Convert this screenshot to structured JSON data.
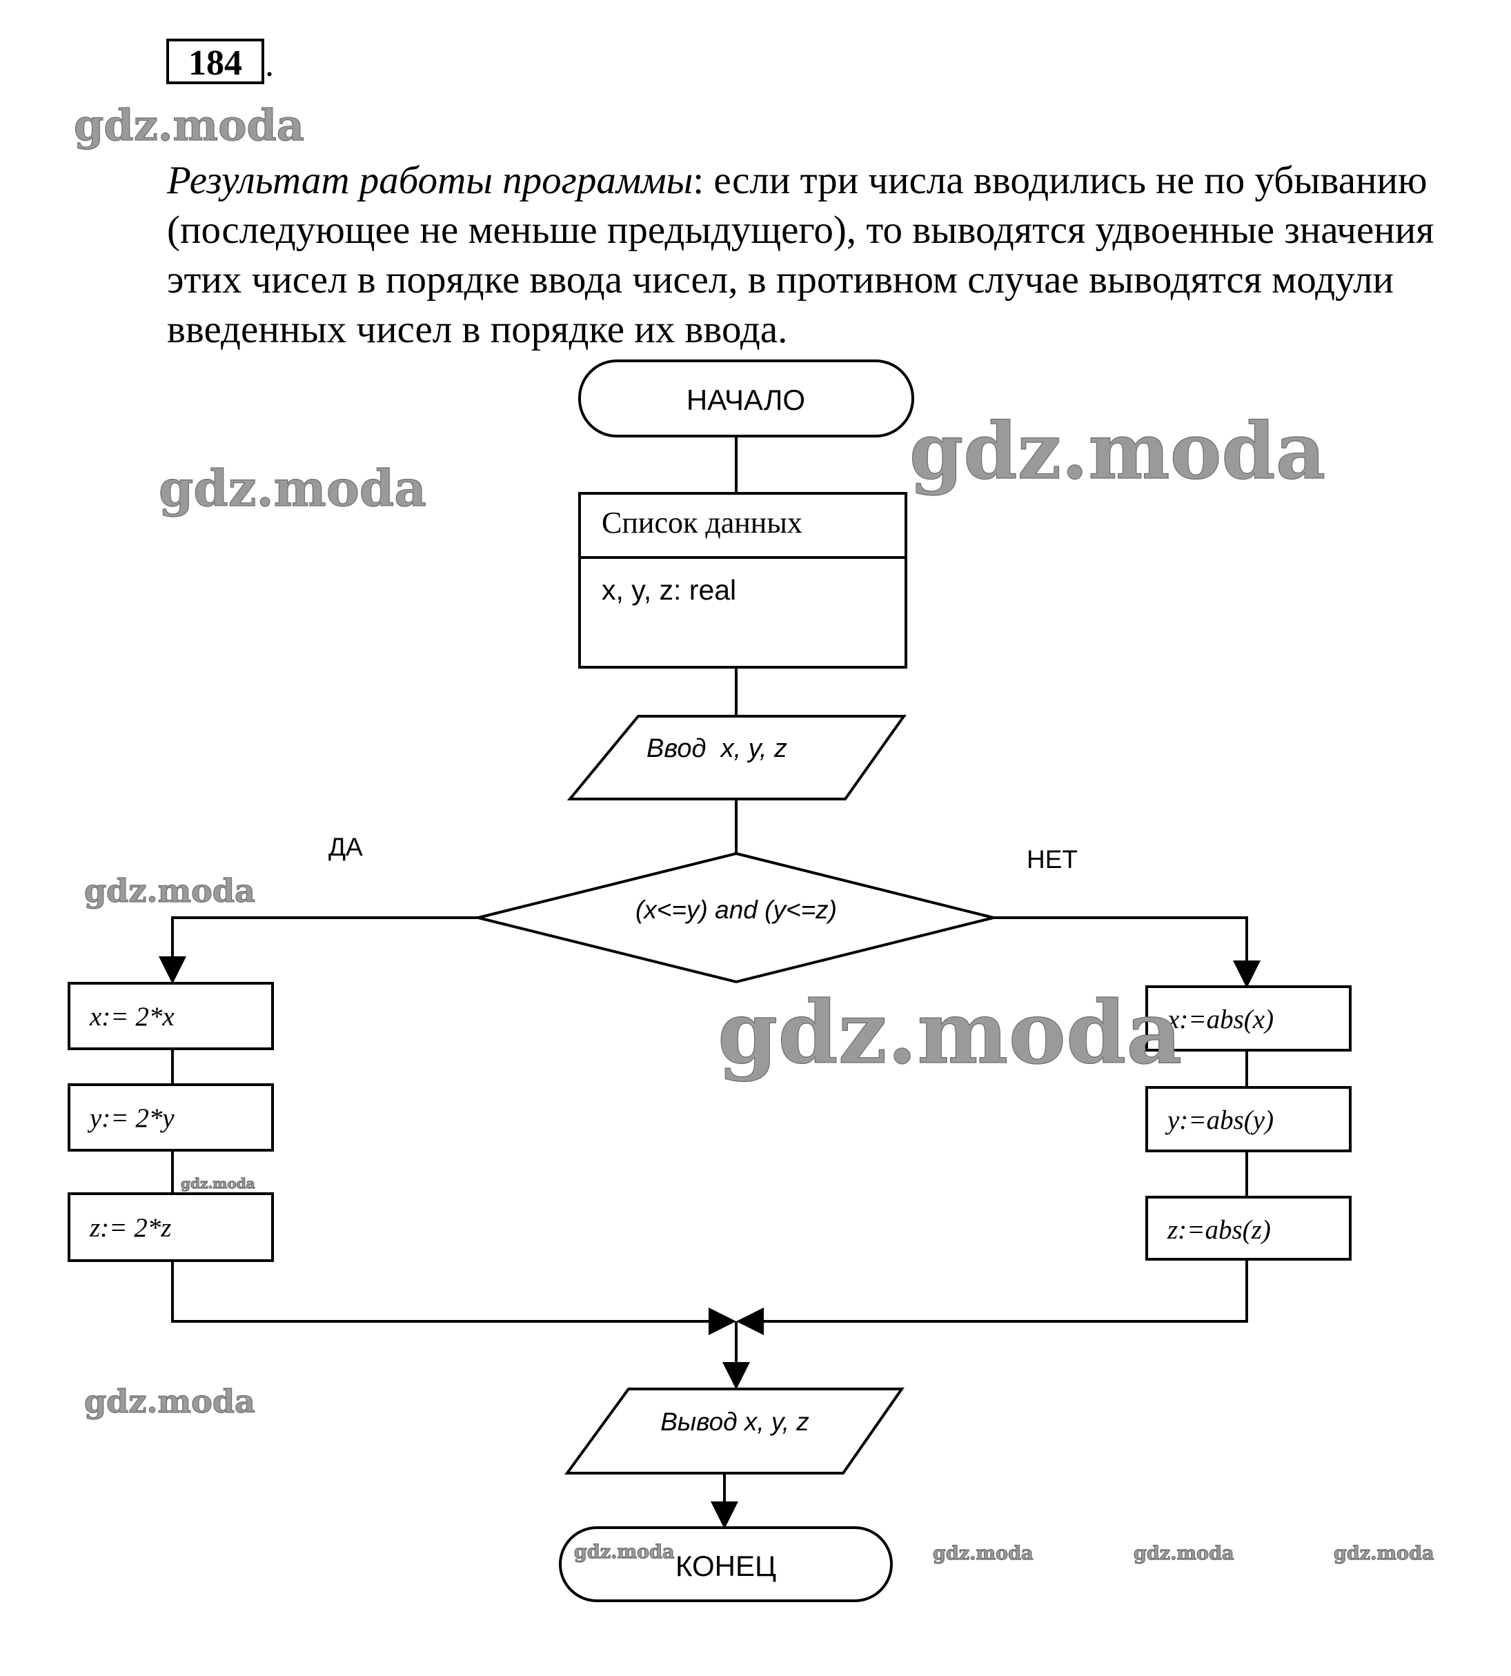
{
  "problem": {
    "number": "184",
    "number_suffix": ".",
    "intro_italic": "Результат работы программы",
    "intro_line1_rest": ": если три числа вводились не по убыванию",
    "intro_line2": "(последующее не меньше предыдущего), то выводятся удвоенные значения",
    "intro_line3": "этих чисел в порядке ввода чисел, в противном случае выводятся модули",
    "intro_line4": "введенных чисел в порядке их ввода."
  },
  "flowchart": {
    "start": "НАЧАЛО",
    "data_list_title": "Список данных",
    "data_list_body": "x, y, z: real",
    "input": "Ввод  x, y, z",
    "condition": "(x<=y) and (y<=z)",
    "yes_label": "ДА",
    "no_label": "НЕТ",
    "yes_branch": [
      "x:= 2*x",
      "y:= 2*y",
      "z:= 2*z"
    ],
    "no_branch": [
      "x:=abs(x)",
      "y:=abs(y)",
      "z:=abs(z)"
    ],
    "output": "Вывод x, y, z",
    "end": "КОНЕЦ"
  },
  "watermark": "gdz.moda"
}
